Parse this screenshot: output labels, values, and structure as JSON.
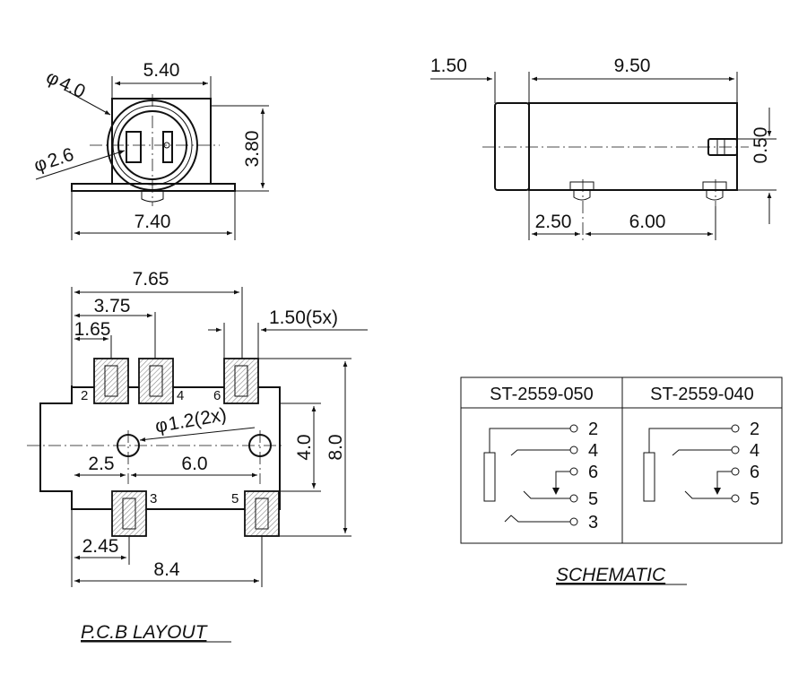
{
  "front_view": {
    "width_top": "5.40",
    "outer_dia": "4.0",
    "inner_dia": "2.6",
    "height": "3.80",
    "width_bottom": "7.40",
    "phi": "φ"
  },
  "side_view": {
    "length": "9.50",
    "lip": "1.50",
    "pin_offset": "0.50",
    "pin_pos": "2.50",
    "pin_spacing": "6.00"
  },
  "pcb_layout": {
    "title": "P.C.B LAYOUT",
    "dims": {
      "overall": "7.65",
      "mid": "3.75",
      "first": "1.65",
      "pad_width": "1.50(5x)",
      "hole": "1.2(2x)",
      "hole_offset": "2.5",
      "hole_spacing": "6.0",
      "body_height": "4.0",
      "overall_height": "8.0",
      "bottom_offset": "2.45",
      "bottom_overall": "8.4"
    },
    "pin_labels": {
      "p2": "2",
      "p4": "4",
      "p6": "6",
      "p3": "3",
      "p5": "5"
    }
  },
  "schematic": {
    "title": "SCHEMATIC",
    "col1": "ST-2559-050",
    "col2": "ST-2559-040",
    "col1_pins": [
      "2",
      "4",
      "6",
      "5",
      "3"
    ],
    "col2_pins": [
      "2",
      "4",
      "6",
      "5"
    ]
  }
}
